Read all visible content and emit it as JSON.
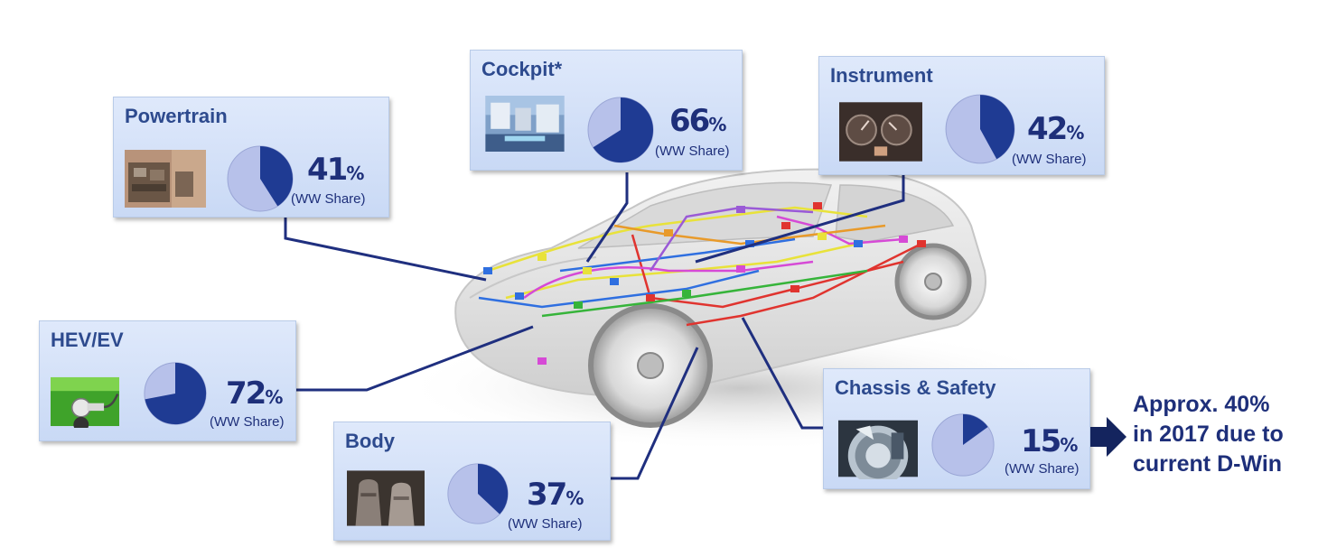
{
  "cards": [
    {
      "id": "powertrain",
      "title": "Powertrain",
      "percent": "41",
      "percent_symbol": "%",
      "share_label": "(WW Share)",
      "share": 0.41,
      "thumb": "engine-photo"
    },
    {
      "id": "cockpit",
      "title": "Cockpit*",
      "percent": "66",
      "percent_symbol": "%",
      "share_label": "(WW Share)",
      "share": 0.66,
      "thumb": "cockpit-display-photo"
    },
    {
      "id": "instrument",
      "title": "Instrument",
      "percent": "42",
      "percent_symbol": "%",
      "share_label": "(WW Share)",
      "share": 0.42,
      "thumb": "instrument-cluster-photo"
    },
    {
      "id": "hev-ev",
      "title": "HEV/EV",
      "percent": "72",
      "percent_symbol": "%",
      "share_label": "(WW Share)",
      "share": 0.72,
      "thumb": "ev-charging-photo"
    },
    {
      "id": "body",
      "title": "Body",
      "percent": "37",
      "percent_symbol": "%",
      "share_label": "(WW Share)",
      "share": 0.37,
      "thumb": "car-seat-photo"
    },
    {
      "id": "chassis-safety",
      "title": "Chassis & Safety",
      "percent": "15",
      "percent_symbol": "%",
      "share_label": "(WW Share)",
      "share": 0.15,
      "thumb": "brake-disc-photo"
    }
  ],
  "note": {
    "lines": [
      "Approx. 40%",
      "in 2017 due to",
      "current D-Win"
    ]
  },
  "colors": {
    "pie_fill": "#1f3b93",
    "pie_bg": "#b7c1ea",
    "text": "#1e2f7a",
    "connector": "#1f2f7f"
  }
}
